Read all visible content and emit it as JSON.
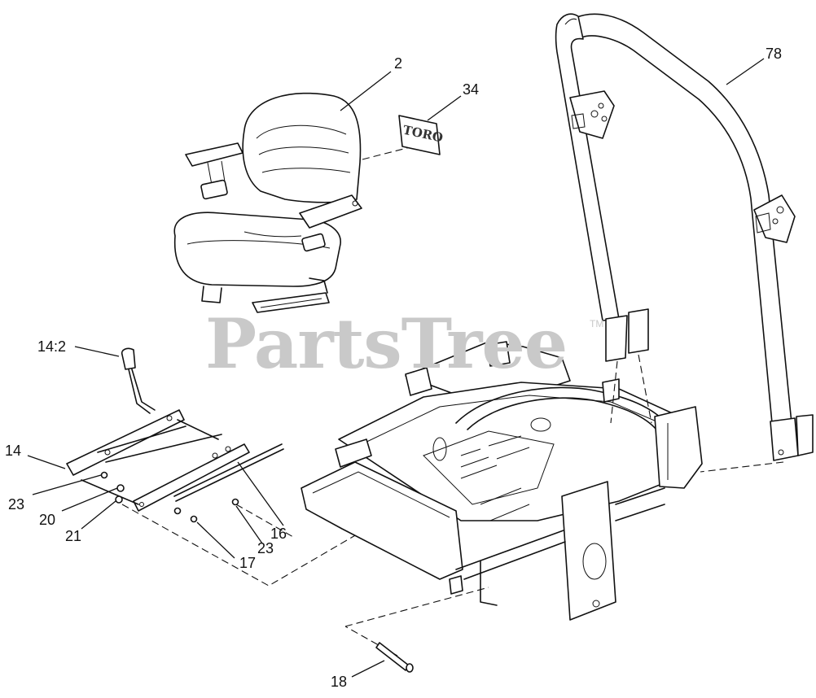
{
  "watermark": {
    "text": "PartsTree",
    "trademark": "TM"
  },
  "decal_text": "TORO",
  "callouts": {
    "c2": "2",
    "c34": "34",
    "c78": "78",
    "c14_2": "14:2",
    "c14": "14",
    "c23a": "23",
    "c20": "20",
    "c21": "21",
    "c16": "16",
    "c23b": "23",
    "c17": "17",
    "c18": "18"
  }
}
